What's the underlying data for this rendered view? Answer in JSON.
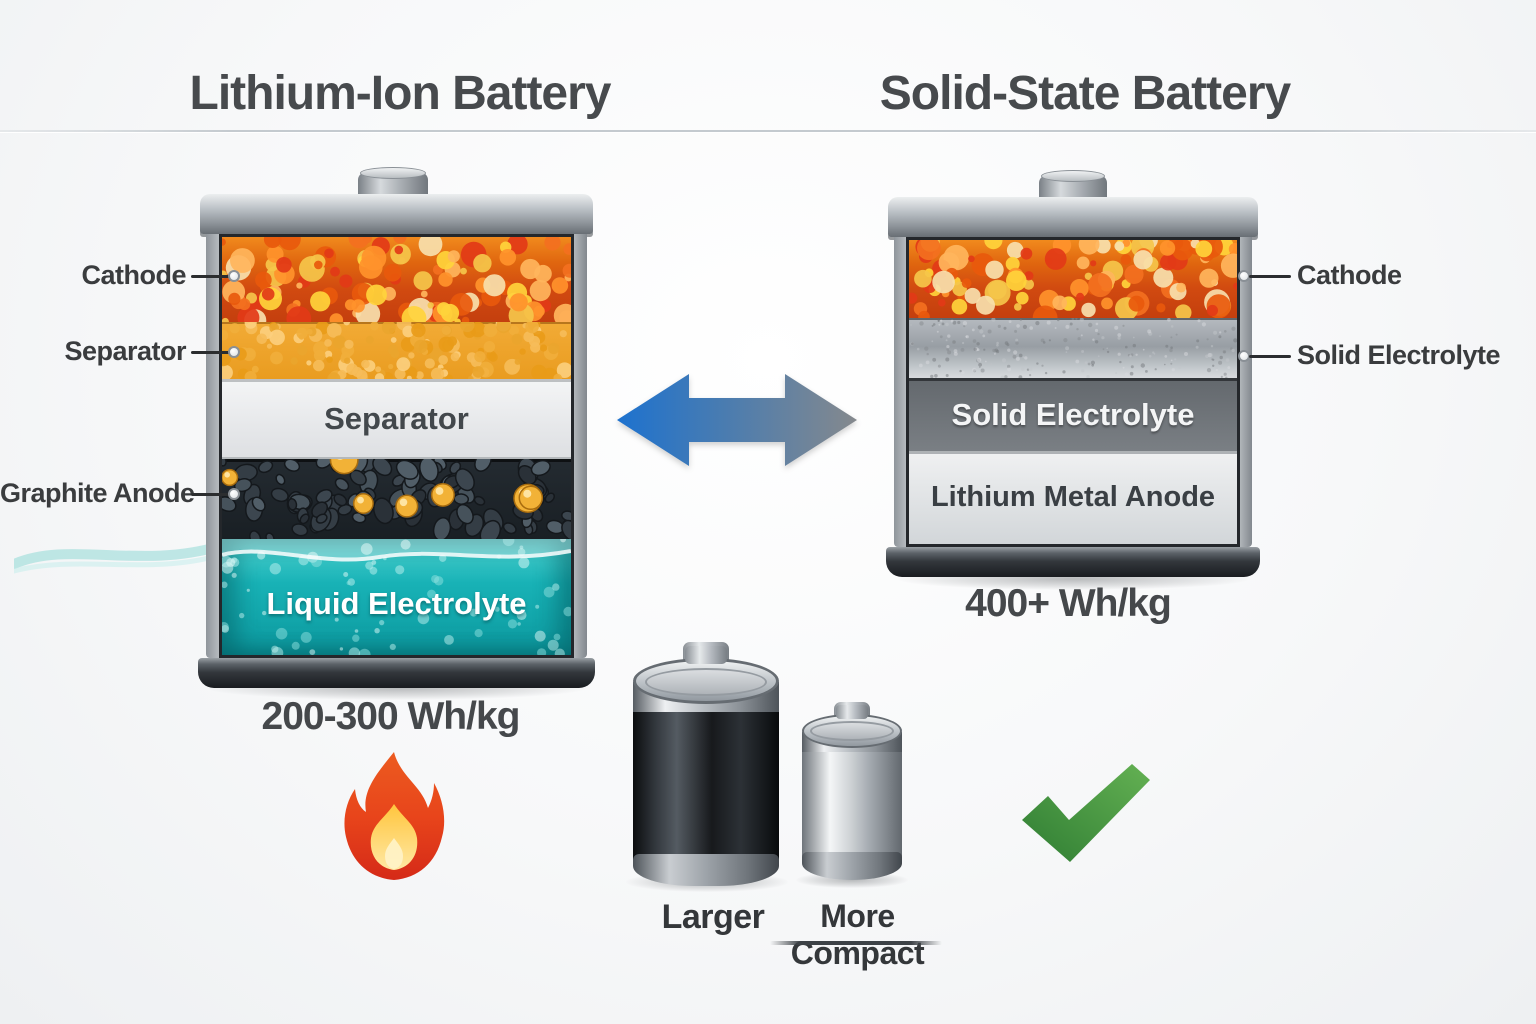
{
  "header": {
    "left_title": "Lithium-Ion Battery",
    "right_title": "Solid-State Battery"
  },
  "left_battery": {
    "callouts": [
      {
        "label": "Cathode"
      },
      {
        "label": "Separator"
      },
      {
        "label": "Graphite Anode"
      }
    ],
    "layer_texts": {
      "separator_band": "Separator",
      "liquid_band": "Liquid Electrolyte"
    },
    "energy_density": "200-300 Wh/kg"
  },
  "right_battery": {
    "callouts": [
      {
        "label": "Cathode"
      },
      {
        "label": "Solid Electrolyte"
      }
    ],
    "layer_texts": {
      "electrolyte_band": "Solid Electrolyte",
      "anode_band": "Lithium Metal Anode"
    },
    "energy_density": "400+ Wh/kg"
  },
  "size_comparison": {
    "left_label": "Larger",
    "right_label": "More Compact"
  },
  "icons": {
    "left_warning": "flame-icon",
    "right_approval": "checkmark-icon",
    "center": "double-arrow-icon"
  },
  "colors": {
    "cathode_orange": "#d9480f",
    "separator_yellow": "#efa32c",
    "electrolyte_teal": "#14b0b4",
    "graphite_dark": "#262d33",
    "metal_gray": "#aeb4ba",
    "flame_red": "#e03a1d",
    "flame_yellow": "#ffd43b",
    "check_green": "#3f8f3a",
    "arrow_blue": "#1e6fc0",
    "arrow_gray": "#83878b"
  }
}
